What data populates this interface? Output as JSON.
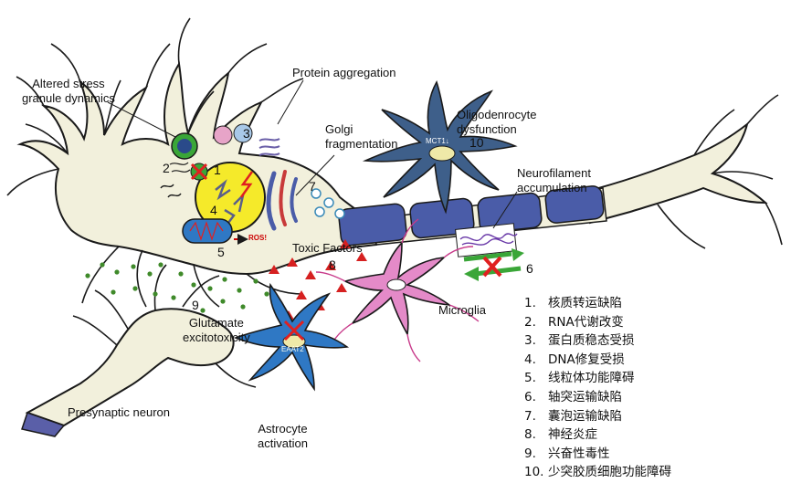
{
  "labels": {
    "stress_granule": [
      "Altered stress",
      "granule dynamics"
    ],
    "protein_aggregation": "Protein aggregation",
    "golgi": [
      "Golgi",
      "fragmentation"
    ],
    "oligodendrocyte": [
      "Oligodenrocyte",
      "dysfunction"
    ],
    "neurofilament": [
      "Neurofilament",
      "accumulation"
    ],
    "toxic_factors": "Toxic Factors",
    "microglia": "Microglia",
    "glutamate": [
      "Glutamate",
      "excitotoxicity"
    ],
    "presynaptic": "Presynaptic neuron",
    "astrocyte": [
      "Astrocyte",
      "activation"
    ],
    "mct1": "MCT1↓",
    "eaat2": "EAAT2",
    "ros": "ROS!"
  },
  "numbers": {
    "n1": "1",
    "n2": "2",
    "n3": "3",
    "n4": "4",
    "n5": "5",
    "n6": "6",
    "n7": "7",
    "n8": "8",
    "n9": "9",
    "n10": "10"
  },
  "legend": [
    {
      "n": "1.",
      "text": "核质转运缺陷"
    },
    {
      "n": "2.",
      "text": "RNA代谢改变"
    },
    {
      "n": "3.",
      "text": "蛋白质稳态受损"
    },
    {
      "n": "4.",
      "text": "DNA修复受损"
    },
    {
      "n": "5.",
      "text": "线粒体功能障碍"
    },
    {
      "n": "6.",
      "text": "轴突运输缺陷"
    },
    {
      "n": "7.",
      "text": "囊泡运输缺陷"
    },
    {
      "n": "8.",
      "text": "神经炎症"
    },
    {
      "n": "9.",
      "text": "兴奋性毒性"
    },
    {
      "n": "10.",
      "text": "少突胶质细胞功能障碍"
    }
  ],
  "colors": {
    "neuron_body": "#f2f0dc",
    "outline": "#1a1a1a",
    "nucleus": "#f5ea2a",
    "oligodendrocyte": "#3e5f8a",
    "myelin": "#4a5ca8",
    "astrocyte": "#2f78c4",
    "microglia": "#e48ac8",
    "toxic_triangle": "#d62020",
    "vesicle_dot": "#3f8a2a",
    "block_x": "#e02020",
    "transport_arrow": "#3aa638"
  }
}
